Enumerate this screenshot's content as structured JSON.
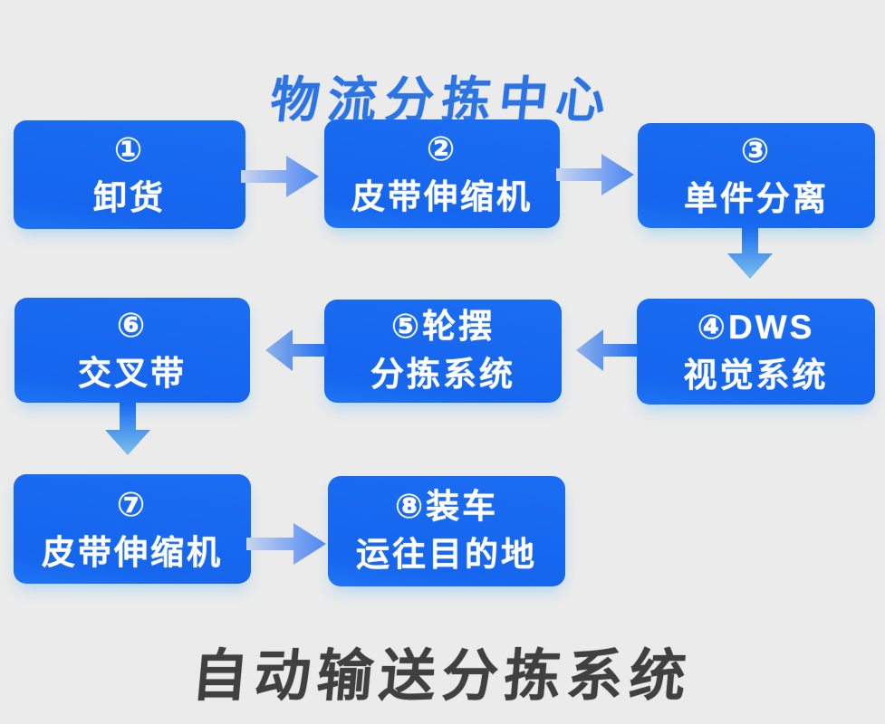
{
  "page": {
    "title": "物流分拣中心",
    "footer": "自动输送分拣系统"
  },
  "colors": {
    "background": "#ebebeb",
    "box_blue": "#1667f0",
    "box_text": "#ffffff",
    "title_blue": "#2c74e4",
    "footer_gray": "#404040",
    "arrow_light_end": "#c8d5ee",
    "arrow_blue_end": "#4b86f2",
    "arrow_solid_blue": "#1769f0",
    "arrow_tip_cyan": "#7cc0ec"
  },
  "nodes": [
    {
      "id": 1,
      "line1": "①",
      "line2": "卸货"
    },
    {
      "id": 2,
      "line1": "②",
      "line2": "皮带伸缩机"
    },
    {
      "id": 3,
      "line1": "③",
      "line2": "单件分离"
    },
    {
      "id": 4,
      "line1": "④DWS",
      "line2": "视觉系统"
    },
    {
      "id": 5,
      "line1": "⑤轮摆",
      "line2": "分拣系统"
    },
    {
      "id": 6,
      "line1": "⑥",
      "line2": "交叉带"
    },
    {
      "id": 7,
      "line1": "⑦",
      "line2": "皮带伸缩机"
    },
    {
      "id": 8,
      "line1": "⑧装车",
      "line2": "运往目的地"
    }
  ],
  "edges": [
    {
      "from": 1,
      "to": 2,
      "direction": "right"
    },
    {
      "from": 2,
      "to": 3,
      "direction": "right"
    },
    {
      "from": 3,
      "to": 4,
      "direction": "down"
    },
    {
      "from": 4,
      "to": 5,
      "direction": "left"
    },
    {
      "from": 5,
      "to": 6,
      "direction": "left"
    },
    {
      "from": 6,
      "to": 7,
      "direction": "down"
    },
    {
      "from": 7,
      "to": 8,
      "direction": "right"
    }
  ]
}
